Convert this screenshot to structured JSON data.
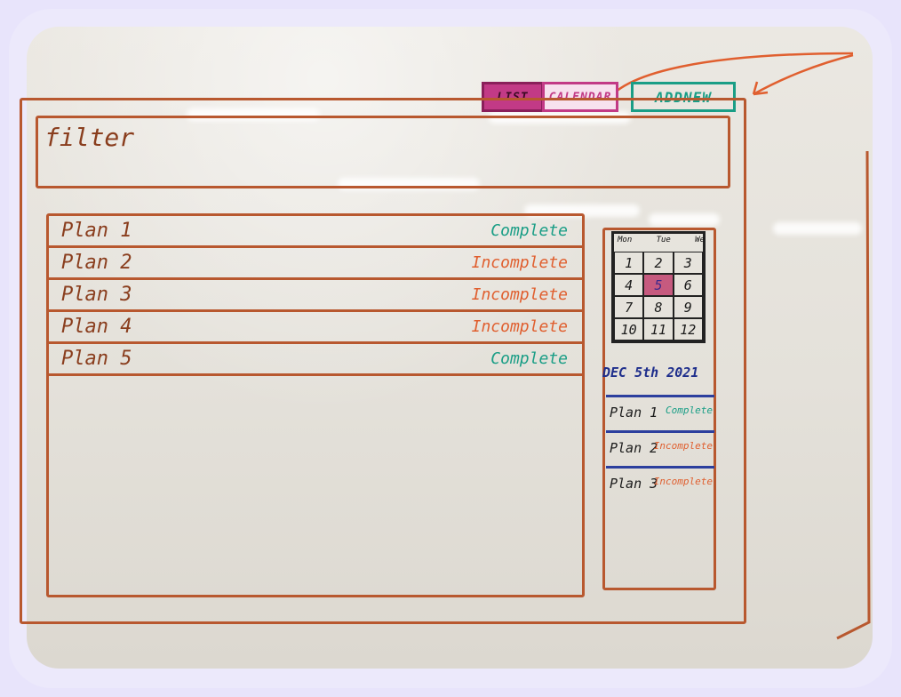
{
  "toolbar": {
    "list_tab": "LIST",
    "calendar_tab": "CALENDAR",
    "add_new": "ADDNEW"
  },
  "filter": {
    "label": "filter"
  },
  "plans": [
    {
      "name": "Plan 1",
      "status": "Complete"
    },
    {
      "name": "Plan 2",
      "status": "Incomplete"
    },
    {
      "name": "Plan 3",
      "status": "Incomplete"
    },
    {
      "name": "Plan 4",
      "status": "Incomplete"
    },
    {
      "name": "Plan 5",
      "status": "Complete"
    }
  ],
  "calendar": {
    "weekdays": [
      "Mon",
      "Tue",
      "We"
    ],
    "days": [
      "1",
      "2",
      "3",
      "4",
      "5",
      "6",
      "7",
      "8",
      "9",
      "10",
      "11",
      "12"
    ],
    "selected_day": "5",
    "selected_date_label": "DEC 5th 2021"
  },
  "day_plans": [
    {
      "name": "Plan 1",
      "status": "Complete"
    },
    {
      "name": "Plan 2",
      "status": "Incomplete"
    },
    {
      "name": "Plan 3",
      "status": "Incomplete"
    }
  ],
  "colors": {
    "complete": "#1a9e86",
    "incomplete": "#e05f2f",
    "frame": "#b8582f",
    "list_tab": "#c23a86",
    "date": "#1f2f8c"
  }
}
